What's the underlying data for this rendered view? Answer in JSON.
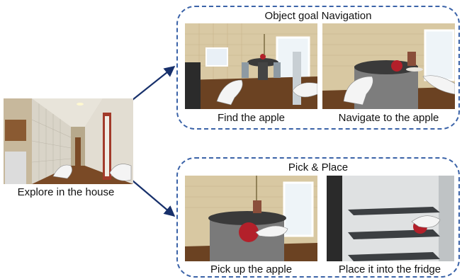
{
  "explore": {
    "caption": "Explore in the house"
  },
  "object_goal": {
    "title": "Object goal Navigation",
    "steps": [
      {
        "caption": "Find the apple"
      },
      {
        "caption": "Navigate to the apple"
      }
    ]
  },
  "pick_place": {
    "title": "Pick & Place",
    "steps": [
      {
        "caption": "Pick up the apple"
      },
      {
        "caption": "Place it into the fridge"
      }
    ]
  },
  "colors": {
    "panel_border": "#3b63a8",
    "arrow": "#17306b"
  }
}
